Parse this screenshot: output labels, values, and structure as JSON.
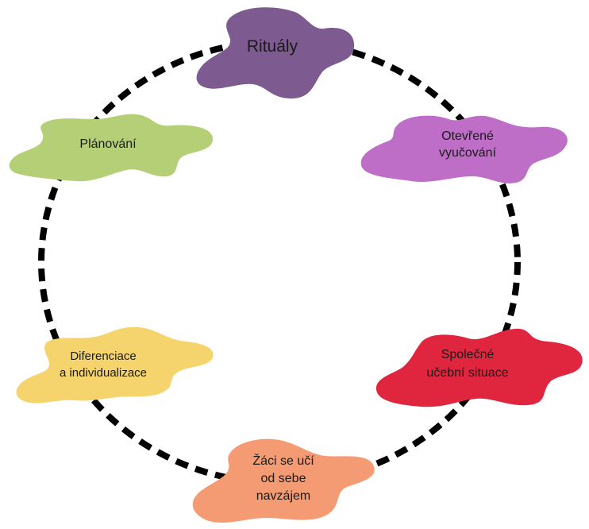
{
  "diagram": {
    "type": "cycle",
    "connector_style": "dashed-ellipse",
    "connector_color": "#000000",
    "nodes": [
      {
        "id": "ritualy",
        "lines": [
          "Rituály"
        ],
        "color": "#7d5a8f"
      },
      {
        "id": "otevrene-vyucovani",
        "lines": [
          "Otevřené",
          "vyučování"
        ],
        "color": "#bf6ec8"
      },
      {
        "id": "spolecne-ucebni-situace",
        "lines": [
          "Společné",
          "učební situace"
        ],
        "color": "#e0253f"
      },
      {
        "id": "zaci-se-uci",
        "lines": [
          "Žáci se učí",
          "od sebe",
          "navzájem"
        ],
        "color": "#f49b73"
      },
      {
        "id": "diferenciace",
        "lines": [
          "Diferenciace",
          "a individualizace"
        ],
        "color": "#f5d46d"
      },
      {
        "id": "planovani",
        "lines": [
          "Plánování"
        ],
        "color": "#b5cf76"
      }
    ]
  }
}
